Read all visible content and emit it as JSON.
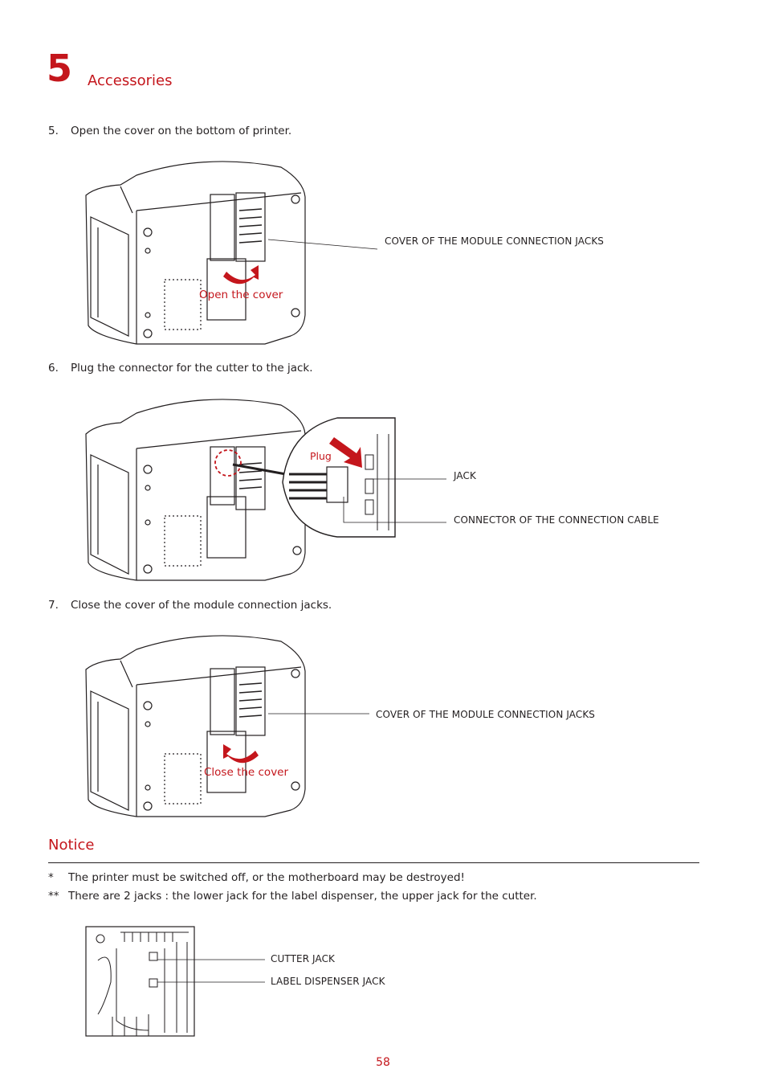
{
  "chapter": {
    "number": "5",
    "title": "Accessories"
  },
  "steps": [
    {
      "num": "5.",
      "text": "Open the cover on the bottom of printer."
    },
    {
      "num": "6.",
      "text": "Plug the connector for the cutter to the jack."
    },
    {
      "num": "7.",
      "text": "Close the cover of the module connection jacks."
    }
  ],
  "figure1": {
    "callout": "COVER OF THE MODULE CONNECTION JACKS",
    "action": "Open the cover"
  },
  "figure2": {
    "plug": "Plug",
    "jack": "JACK",
    "connector": "CONNECTOR OF THE CONNECTION CABLE"
  },
  "figure3": {
    "callout": "COVER OF THE MODULE CONNECTION JACKS",
    "action": "Close the cover"
  },
  "notice": {
    "title": "Notice",
    "items": [
      {
        "mark": "*",
        "text": "The printer must be switched off, or the motherboard may be destroyed!"
      },
      {
        "mark": "**",
        "text": "There are 2 jacks : the lower jack for the label dispenser, the upper jack for the cutter."
      }
    ]
  },
  "figure4": {
    "upper": "CUTTER JACK",
    "lower": "LABEL DISPENSER JACK"
  },
  "colors": {
    "accent": "#c4161c",
    "text": "#231f20"
  },
  "page_number": "58"
}
